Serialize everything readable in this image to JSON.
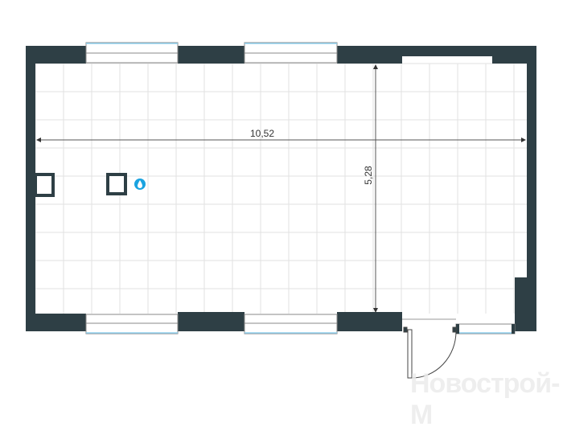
{
  "plan": {
    "width_label": "10,52",
    "height_label": "5,28",
    "watermark": "Новострой-М",
    "fixtures": [
      "water-supply-point",
      "ventilation-shaft",
      "ventilation-shaft"
    ]
  },
  "colors": {
    "wall": "#2e3f45",
    "grid": "#e2e2e2",
    "window_glass": "#8fd0ee",
    "water": "#1aa3e0",
    "dimension": "#555555"
  }
}
